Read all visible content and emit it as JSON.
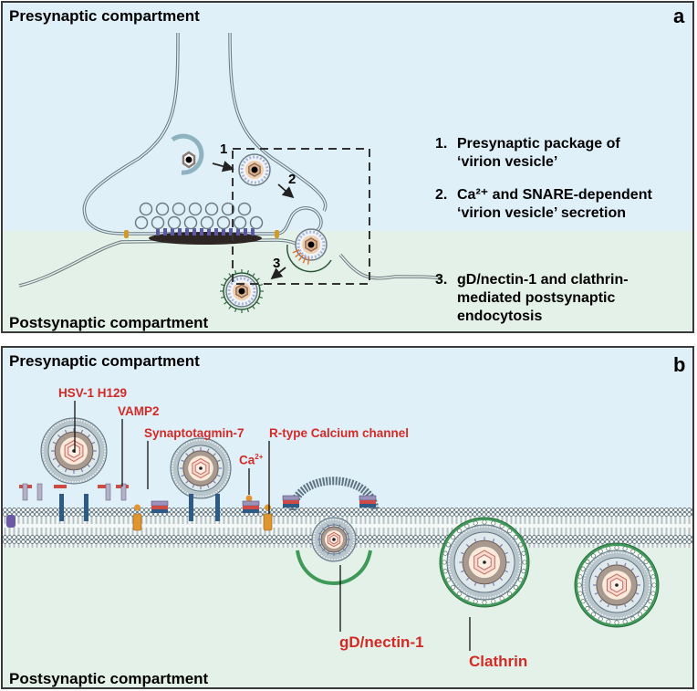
{
  "panel_a": {
    "letter": "a",
    "top_label": "Presynaptic compartment",
    "bottom_label": "Postsynaptic compartment",
    "step_numbers": [
      "1",
      "2",
      "3"
    ],
    "steps": [
      {
        "num": "1.",
        "line1": "Presynaptic  package of",
        "line2": "‘virion vesicle’",
        "line3": ""
      },
      {
        "num": "2.",
        "line1": "Ca²⁺ and SNARE-dependent",
        "line2": "‘virion vesicle’ secretion",
        "line3": ""
      },
      {
        "num": "3.",
        "line1": "gD/nectin-1 and clathrin-",
        "line2": "mediated postsynaptic",
        "line3": "endocytosis"
      }
    ]
  },
  "panel_b": {
    "letter": "b",
    "top_label": "Presynaptic compartment",
    "bottom_label": "Postsynaptic compartment",
    "annotations": {
      "virus": "HSV-1 H129",
      "vamp2": "VAMP2",
      "synaptotagmin": "Synaptotagmin-7",
      "calcium_ion_base": "Ca",
      "calcium_ion_charge": "2+",
      "calcium_channel": "R-type Calcium channel",
      "receptor": "gD/nectin-1",
      "clathrin": "Clathrin"
    }
  },
  "colors": {
    "presynaptic_bg": "#dff0f9",
    "postsynaptic_bg": "#e4f1e8",
    "label_red": "#d42a26",
    "clathrin_green": "#3f9a5a",
    "capsid_tan": "#e9c9a8",
    "membrane_gray": "#7c8c96"
  }
}
